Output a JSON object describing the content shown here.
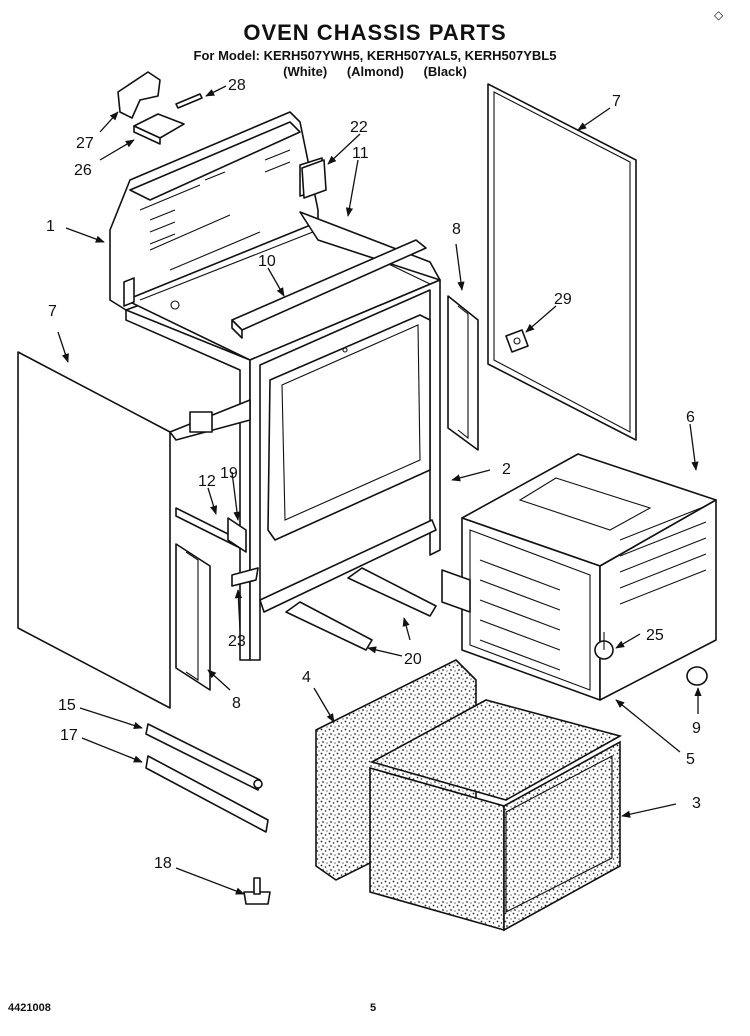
{
  "header": {
    "title": "OVEN CHASSIS PARTS",
    "models": "For Model: KERH507YWH5, KERH507YAL5, KERH507YBL5",
    "finishes": [
      "(White)",
      "(Almond)",
      "(Black)"
    ]
  },
  "footer": {
    "code": "4421008",
    "page": "5"
  },
  "corner_mark": "◇",
  "callouts": {
    "c1": "1",
    "c2": "2",
    "c3": "3",
    "c4": "4",
    "c5": "5",
    "c6": "6",
    "c7a": "7",
    "c7b": "7",
    "c8a": "8",
    "c8b": "8",
    "c9": "9",
    "c10": "10",
    "c11": "11",
    "c12": "12",
    "c15": "15",
    "c17": "17",
    "c18": "18",
    "c19": "19",
    "c20": "20",
    "c22": "22",
    "c23": "23",
    "c25": "25",
    "c26": "26",
    "c27": "27",
    "c28": "28",
    "c29": "29"
  }
}
